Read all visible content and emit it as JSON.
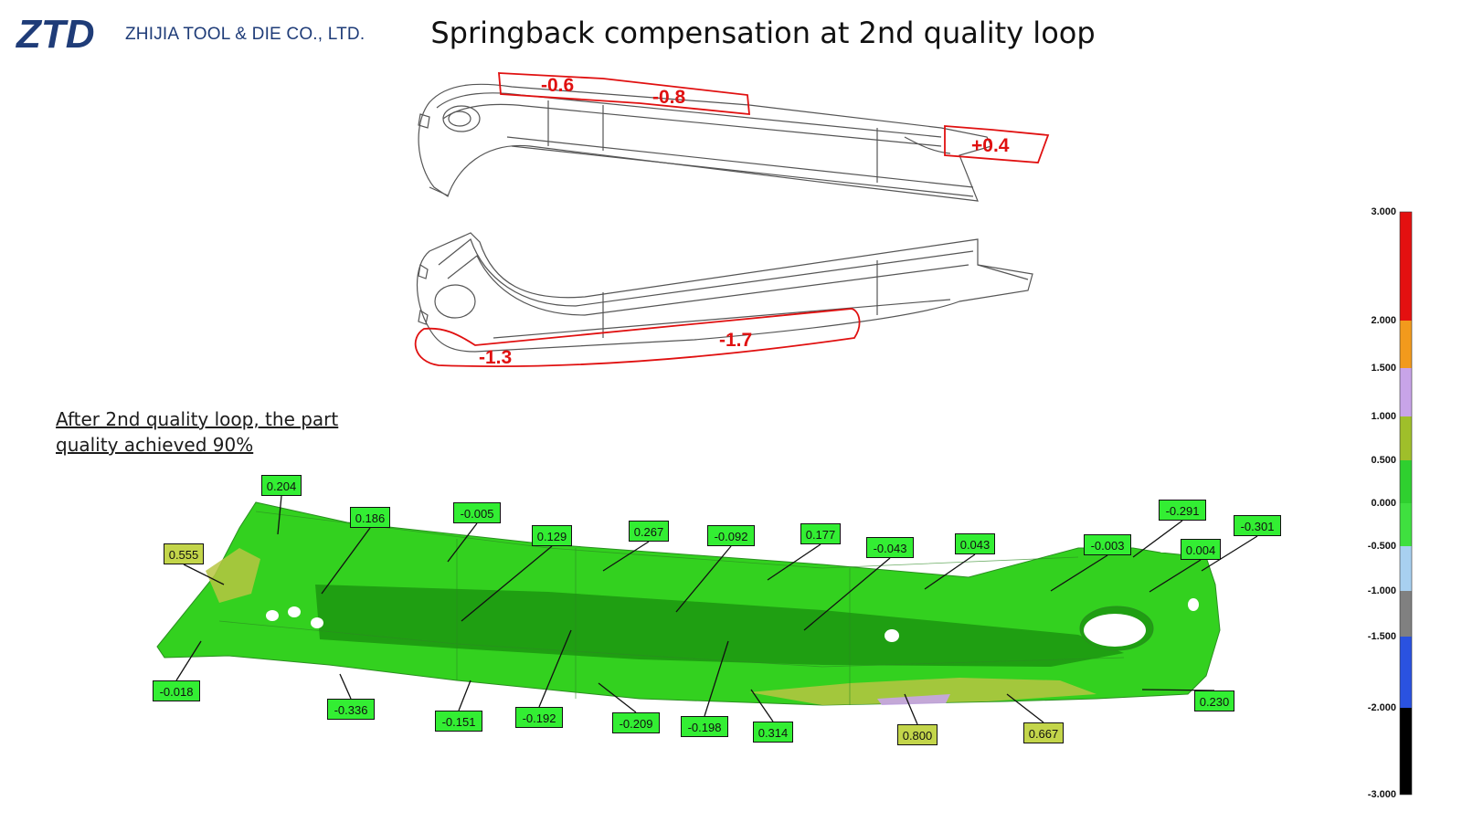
{
  "header": {
    "logo_text": "ZTD",
    "company_name": "ZHIJIA TOOL & DIE CO., LTD.",
    "title": "Springback compensation at 2nd quality loop"
  },
  "summary": {
    "line1": "After 2nd quality loop, the part",
    "line2": "quality achieved 90%"
  },
  "compensation_values": [
    "-0.6",
    "-0.8",
    "+0.4",
    "-1.3",
    "-1.7"
  ],
  "measurement_callouts": [
    {
      "value": "0.204",
      "tone": "green"
    },
    {
      "value": "0.186",
      "tone": "green"
    },
    {
      "value": "-0.005",
      "tone": "green"
    },
    {
      "value": "0.129",
      "tone": "green"
    },
    {
      "value": "0.267",
      "tone": "green"
    },
    {
      "value": "-0.092",
      "tone": "green"
    },
    {
      "value": "0.177",
      "tone": "green"
    },
    {
      "value": "-0.043",
      "tone": "green"
    },
    {
      "value": "0.043",
      "tone": "green"
    },
    {
      "value": "-0.003",
      "tone": "green"
    },
    {
      "value": "-0.291",
      "tone": "green"
    },
    {
      "value": "0.004",
      "tone": "green"
    },
    {
      "value": "-0.301",
      "tone": "green"
    },
    {
      "value": "0.555",
      "tone": "olive"
    },
    {
      "value": "-0.018",
      "tone": "green"
    },
    {
      "value": "-0.336",
      "tone": "green"
    },
    {
      "value": "-0.151",
      "tone": "green"
    },
    {
      "value": "-0.192",
      "tone": "green"
    },
    {
      "value": "-0.209",
      "tone": "green"
    },
    {
      "value": "-0.198",
      "tone": "green"
    },
    {
      "value": "0.314",
      "tone": "green"
    },
    {
      "value": "0.800",
      "tone": "olive"
    },
    {
      "value": "0.667",
      "tone": "olive"
    },
    {
      "value": "0.230",
      "tone": "green"
    }
  ],
  "color_scale": {
    "labels": [
      "3.000",
      "2.000",
      "1.500",
      "1.000",
      "0.500",
      "0.000",
      "-0.500",
      "-1.000",
      "-1.500",
      "-2.000",
      "-3.000"
    ],
    "segment_colors": [
      "#e41010",
      "#f29a1c",
      "#c8a4e8",
      "#9fbf2a",
      "#2fd02f",
      "#3fe03f",
      "#a8d0f0",
      "#808080",
      "#2a52e0",
      "#000000"
    ]
  },
  "colors": {
    "part_green": "#33d11f",
    "part_dark_green": "#1f9f12",
    "olive": "#b7c542",
    "callout_green": "#33ee33",
    "callout_olive": "#c3d54a",
    "compensation_red": "#e01010",
    "brand_blue": "#1f3c78"
  }
}
